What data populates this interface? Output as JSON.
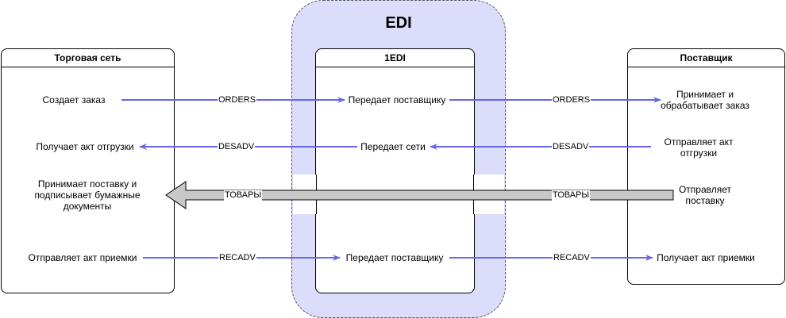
{
  "diagram": {
    "edi_title": "EDI",
    "lanes": {
      "retail": "Торговая сеть",
      "edi": "1EDI",
      "supplier": "Поставщик"
    },
    "retail_steps": {
      "create_order": "Создает заказ",
      "receive_shipment_act": "Получает акт отгрузки",
      "accept_goods_line1": "Принимает поставку и",
      "accept_goods_line2": "подписывает бумажные",
      "accept_goods_line3": "документы",
      "send_receipt_act": "Отправляет акт приемки"
    },
    "edi_steps": {
      "pass_to_supplier_1": "Передает поставщику",
      "pass_to_retail": "Передает сети",
      "pass_to_supplier_2": "Передает поставщику"
    },
    "supplier_steps": {
      "accept_order_line1": "Принимает и",
      "accept_order_line2": "обрабатывает заказ",
      "send_shipment_act_line1": "Отправляет акт",
      "send_shipment_act_line2": "отгрузки",
      "send_goods_line1": "Отправляет",
      "send_goods_line2": "поставку",
      "receive_receipt_act": "Получает акт приемки"
    },
    "messages": {
      "orders_1": "ORDERS",
      "orders_2": "ORDERS",
      "desadv_1": "DESADV",
      "desadv_2": "DESADV",
      "goods_1": "ТОВАРЫ",
      "goods_2": "ТОВАРЫ",
      "recadv_1": "RECADV",
      "recadv_2": "RECADV"
    },
    "colors": {
      "message_arrow": "#6666ee",
      "goods_arrow": "#c0c0c0",
      "edi_band": "#dcdcfb"
    }
  }
}
